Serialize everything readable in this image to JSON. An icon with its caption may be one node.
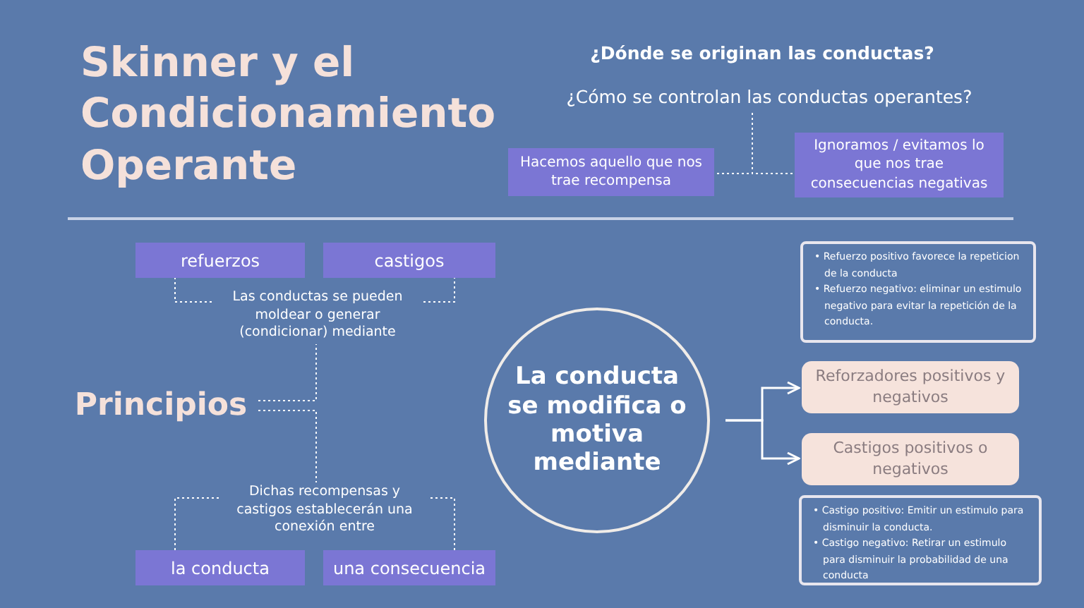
{
  "diagram": {
    "title": "Skinner y el Condicionamiento Operante",
    "nodes": [
      {
        "text": [
          "¿Cómo se controlan las conductas operantes?"
        ]
      },
      {
        "text": [
          "Hacemos aquello que nos trae recompensa"
        ]
      },
      {
        "text": [
          "Ignoramos / evitamos lo que nos trae consecuencias negativas"
        ]
      },
      {
        "text": [
          "refuerzos"
        ]
      },
      {
        "text": [
          "castigos"
        ]
      },
      {
        "text": [
          "Las conductas se pueden moldear o generar (condicionar) mediante"
        ]
      },
      {
        "text": [
          "Principios"
        ]
      },
      {
        "text": [
          "Dichas recompensas y castigos establecerán una conexión entre"
        ]
      },
      {
        "text": [
          "la conducta"
        ]
      },
      {
        "text": [
          "una consecuencia"
        ]
      },
      {
        "text": [
          "La conducta se modifica o motiva mediante"
        ]
      },
      {
        "text": [
          "• Refuerzo positivo favorece la repeticion de la conducta",
          "• Refuerzo negativo: eliminar un estimulo negativo para evitar la repetición de la conducta."
        ]
      },
      {
        "text": [
          "Reforzadores positivos y negativos"
        ]
      },
      {
        "text": [
          "Castigos positivos o negativos"
        ]
      },
      {
        "text": [
          "• Castigo positivo: Emitir un estimulo para disminuir la conducta.",
          "• Castigo negativo: Retirar un estimulo para disminuir la probabilidad de una conducta"
        ]
      }
    ],
    "edges": [
      {
        "from": 0,
        "to": 1,
        "arrow": "none",
        "style": "dashed"
      },
      {
        "from": 0,
        "to": 2,
        "arrow": "none",
        "style": "dashed"
      },
      {
        "from": 5,
        "to": 3,
        "arrow": "none",
        "style": "dashed"
      },
      {
        "from": 5,
        "to": 4,
        "arrow": "none",
        "style": "dashed"
      },
      {
        "from": 6,
        "to": 5,
        "arrow": "none",
        "style": "dashed"
      },
      {
        "from": 6,
        "to": 7,
        "arrow": "none",
        "style": "dashed"
      },
      {
        "from": 7,
        "to": 8,
        "arrow": "none",
        "style": "dashed"
      },
      {
        "from": 7,
        "to": 9,
        "arrow": "none",
        "style": "dashed"
      },
      {
        "from": 10,
        "to": 12,
        "arrow": "to"
      },
      {
        "from": 10,
        "to": 13,
        "arrow": "to"
      }
    ],
    "labels": [
      "¿Dónde se originan las conductas?"
    ]
  }
}
